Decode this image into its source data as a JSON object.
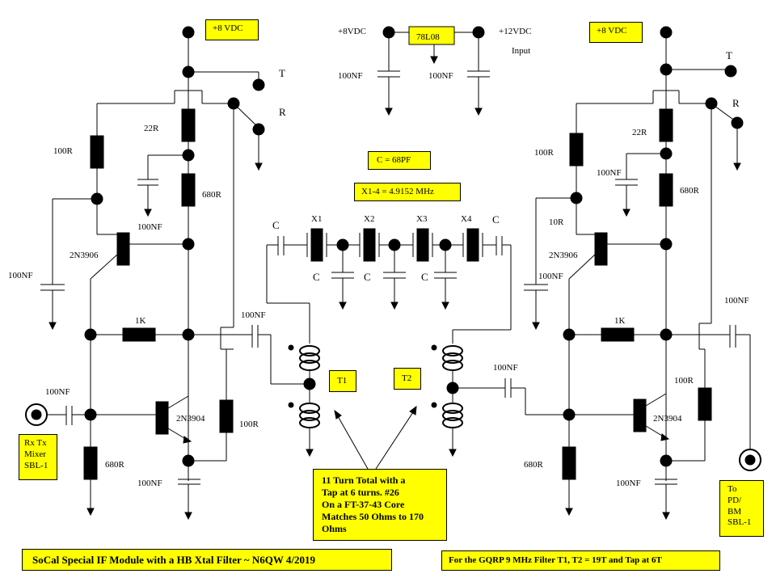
{
  "notes": {
    "vdc_left": "+8  VDC",
    "vdc_right": "+8  VDC",
    "c_value": "C = 68PF",
    "xtal_value": "X1-4  = 4.9152  MHz",
    "t1": "T1",
    "t2": "T2",
    "rx_tx": "Rx  Tx\nMixer\nSBL-1",
    "to_pd": "To\nPD/\nBM\nSBL-1",
    "transformer_note": "11 Turn Total with  a\nTap  at 6 turns. #26\nOn a FT-37-43 Core\nMatches  50 Ohms to 170\nOhms",
    "title": "SoCal Special IF Module with  a  HB Xtal Filter ~ N6QW 4/2019",
    "gqrp_note": "For the GQRP  9 MHz  Filter  T1, T2 = 19T and  Tap  at 6T"
  },
  "labels": {
    "reg_in_left": "+8VDC",
    "reg": "78L08",
    "reg_in_right": "+12VDC",
    "input": "Input",
    "reg_cap_l": "100NF",
    "reg_cap_r": "100NF",
    "T_left": "T",
    "R_left": "R",
    "T_right": "T",
    "R_right": "R",
    "L_22R": "22R",
    "L_100R_top": "100R",
    "L_680R_top": "680R",
    "L_100NF_dec": "100NF",
    "L_2N3906": "2N3906",
    "L_100NF_left": "100NF",
    "L_1K": "1K",
    "L_100NF_out": "100NF",
    "L_100NF_in": "100NF",
    "L_2N3904": "2N3904",
    "L_100R_bot": "100R",
    "L_680R_bot": "680R",
    "L_100NF_bot": "100NF",
    "X1": "X1",
    "X2": "X2",
    "X3": "X3",
    "X4": "X4",
    "C_in": "C",
    "C_out": "C",
    "C_sh1": "C",
    "C_sh2": "C",
    "C_sh3": "C",
    "R_22R": "22R",
    "R_100R_top": "100R",
    "R_100NF_dec": "100NF",
    "R_680R_top": "680R",
    "R_10R": "10R",
    "R_2N3906": "2N3906",
    "R_100NF_left": "100NF",
    "R_100NF_right": "100NF",
    "R_1K": "1K",
    "R_100NF_in": "100NF",
    "R_100R_mid": "100R",
    "R_2N3904": "2N3904",
    "R_680R_bot": "680R",
    "R_100NF_bot": "100NF"
  }
}
